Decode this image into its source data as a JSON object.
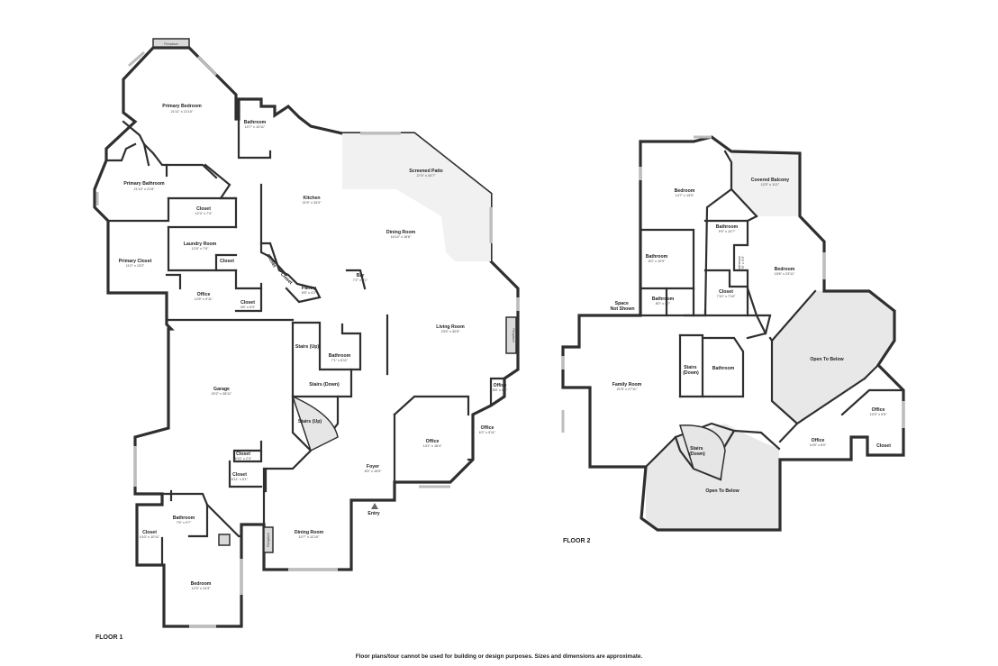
{
  "floor1": {
    "label": "FLOOR 1",
    "rooms": [
      {
        "id": "fireplace-top",
        "name": "Fireplace",
        "dim": ""
      },
      {
        "id": "primary-bedroom",
        "name": "Primary Bedroom",
        "dim": "21'11\" x 21'10\""
      },
      {
        "id": "bathroom-1",
        "name": "Bathroom",
        "dim": "10'7\" x 10'11\""
      },
      {
        "id": "primary-bathroom",
        "name": "Primary Bathroom",
        "dim": "21'10\" x 21'8\""
      },
      {
        "id": "closet-1",
        "name": "Closet",
        "dim": "12'4\" x 7'4\""
      },
      {
        "id": "laundry-room",
        "name": "Laundry Room",
        "dim": "12'6\" x 7'6\""
      },
      {
        "id": "closet-2",
        "name": "Closet",
        "dim": ""
      },
      {
        "id": "primary-closet",
        "name": "Primary Closet",
        "dim": "11'0\" x 13'2\""
      },
      {
        "id": "office-1",
        "name": "Office",
        "dim": "12'6\" x 9'11\""
      },
      {
        "id": "closet-3",
        "name": "Closet",
        "dim": "4'6\" x 6'0\""
      },
      {
        "id": "kitchen",
        "name": "Kitchen",
        "dim": "21'5\" x 33'0\""
      },
      {
        "id": "screened-patio",
        "name": "Screened Patio",
        "dim": "27'4\" x 24'7\""
      },
      {
        "id": "dining-room-1",
        "name": "Dining Room",
        "dim": "16'10\" x 16'6\""
      },
      {
        "id": "bar",
        "name": "Bar",
        "dim": "7'2\" x 9'1\""
      },
      {
        "id": "pantry",
        "name": "Pantry",
        "dim": "5'6\" x 4'2\""
      },
      {
        "id": "closet-k1",
        "name": "Closet",
        "dim": ""
      },
      {
        "id": "closet-k2",
        "name": "Closet",
        "dim": ""
      },
      {
        "id": "living-room",
        "name": "Living Room",
        "dim": "23'9\" x 30'5\""
      },
      {
        "id": "fireplace-lr",
        "name": "Fireplace",
        "dim": ""
      },
      {
        "id": "stairs-up-1",
        "name": "Stairs (Up)",
        "dim": ""
      },
      {
        "id": "bathroom-2",
        "name": "Bathroom",
        "dim": "7'1\" x 6'11\""
      },
      {
        "id": "stairs-down-1",
        "name": "Stairs (Down)",
        "dim": ""
      },
      {
        "id": "garage",
        "name": "Garage",
        "dim": "20'2\" x 38'11\""
      },
      {
        "id": "stairs-up-2",
        "name": "Stairs (Up)",
        "dim": ""
      },
      {
        "id": "office-2",
        "name": "Office",
        "dim": "8'8\" x 6'2\""
      },
      {
        "id": "office-3",
        "name": "Office",
        "dim": "6'2\" x 9'11\""
      },
      {
        "id": "office-4",
        "name": "Office",
        "dim": "13'1\" x 16'4\""
      },
      {
        "id": "closet-4",
        "name": "Closet",
        "dim": "6'11\" x 2'4\""
      },
      {
        "id": "closet-5",
        "name": "Closet",
        "dim": "6'11\" x 5'1\""
      },
      {
        "id": "foyer",
        "name": "Foyer",
        "dim": "8'5\" x 16'5\""
      },
      {
        "id": "entry",
        "name": "Entry",
        "dim": ""
      },
      {
        "id": "closet-6",
        "name": "Closet",
        "dim": "4'10\" x 10'11\""
      },
      {
        "id": "bathroom-3",
        "name": "Bathroom",
        "dim": "7'5\" x 9'7\""
      },
      {
        "id": "fireplace-dr",
        "name": "Fireplace",
        "dim": ""
      },
      {
        "id": "dining-room-2",
        "name": "Dining Room",
        "dim": "10'7\" x 12'10\""
      },
      {
        "id": "bedroom-1",
        "name": "Bedroom",
        "dim": "12'3\" x 14'3\""
      }
    ]
  },
  "floor2": {
    "label": "FLOOR 2",
    "rooms": [
      {
        "id": "bedroom-2",
        "name": "Bedroom",
        "dim": "14'7\" x 19'5\""
      },
      {
        "id": "covered-balcony",
        "name": "Covered Balcony",
        "dim": "12'0\" x 11'1\""
      },
      {
        "id": "bathroom-4",
        "name": "Bathroom",
        "dim": "9'9\" x 10'7\""
      },
      {
        "id": "bathroom-5",
        "name": "Bathroom",
        "dim": "8'0\" x 10'9\""
      },
      {
        "id": "bathroom-6",
        "name": "Bathroom",
        "dim": "2'8\" x 9'0\""
      },
      {
        "id": "bedroom-3",
        "name": "Bedroom",
        "dim": "15'6\" x 23'11\""
      },
      {
        "id": "closet-7",
        "name": "Closet",
        "dim": "7'10\" x 7'10\""
      },
      {
        "id": "bathroom-7",
        "name": "Bathroom",
        "dim": "8'0\" x 4'7\""
      },
      {
        "id": "space-not-shown",
        "name": "Space\nNot Shown",
        "dim": ""
      },
      {
        "id": "family-room",
        "name": "Family Room",
        "dim": "21'5\" x 27'11\""
      },
      {
        "id": "stairs-down-2",
        "name": "Stairs\n(Down)",
        "dim": ""
      },
      {
        "id": "bathroom-8",
        "name": "Bathroom",
        "dim": ""
      },
      {
        "id": "open-to-below-1",
        "name": "Open To Below",
        "dim": ""
      },
      {
        "id": "office-5",
        "name": "Office",
        "dim": "10'9\" x 9'5\""
      },
      {
        "id": "closet-8",
        "name": "Closet",
        "dim": ""
      },
      {
        "id": "office-6",
        "name": "Office",
        "dim": "14'5\" x 8'0\""
      },
      {
        "id": "stairs-down-3",
        "name": "Stairs\n(Down)",
        "dim": ""
      },
      {
        "id": "open-to-below-2",
        "name": "Open To Below",
        "dim": ""
      }
    ]
  },
  "disclaimer": "Floor plans/tour cannot be used for building or design purposes. Sizes and dimensions are approximate."
}
